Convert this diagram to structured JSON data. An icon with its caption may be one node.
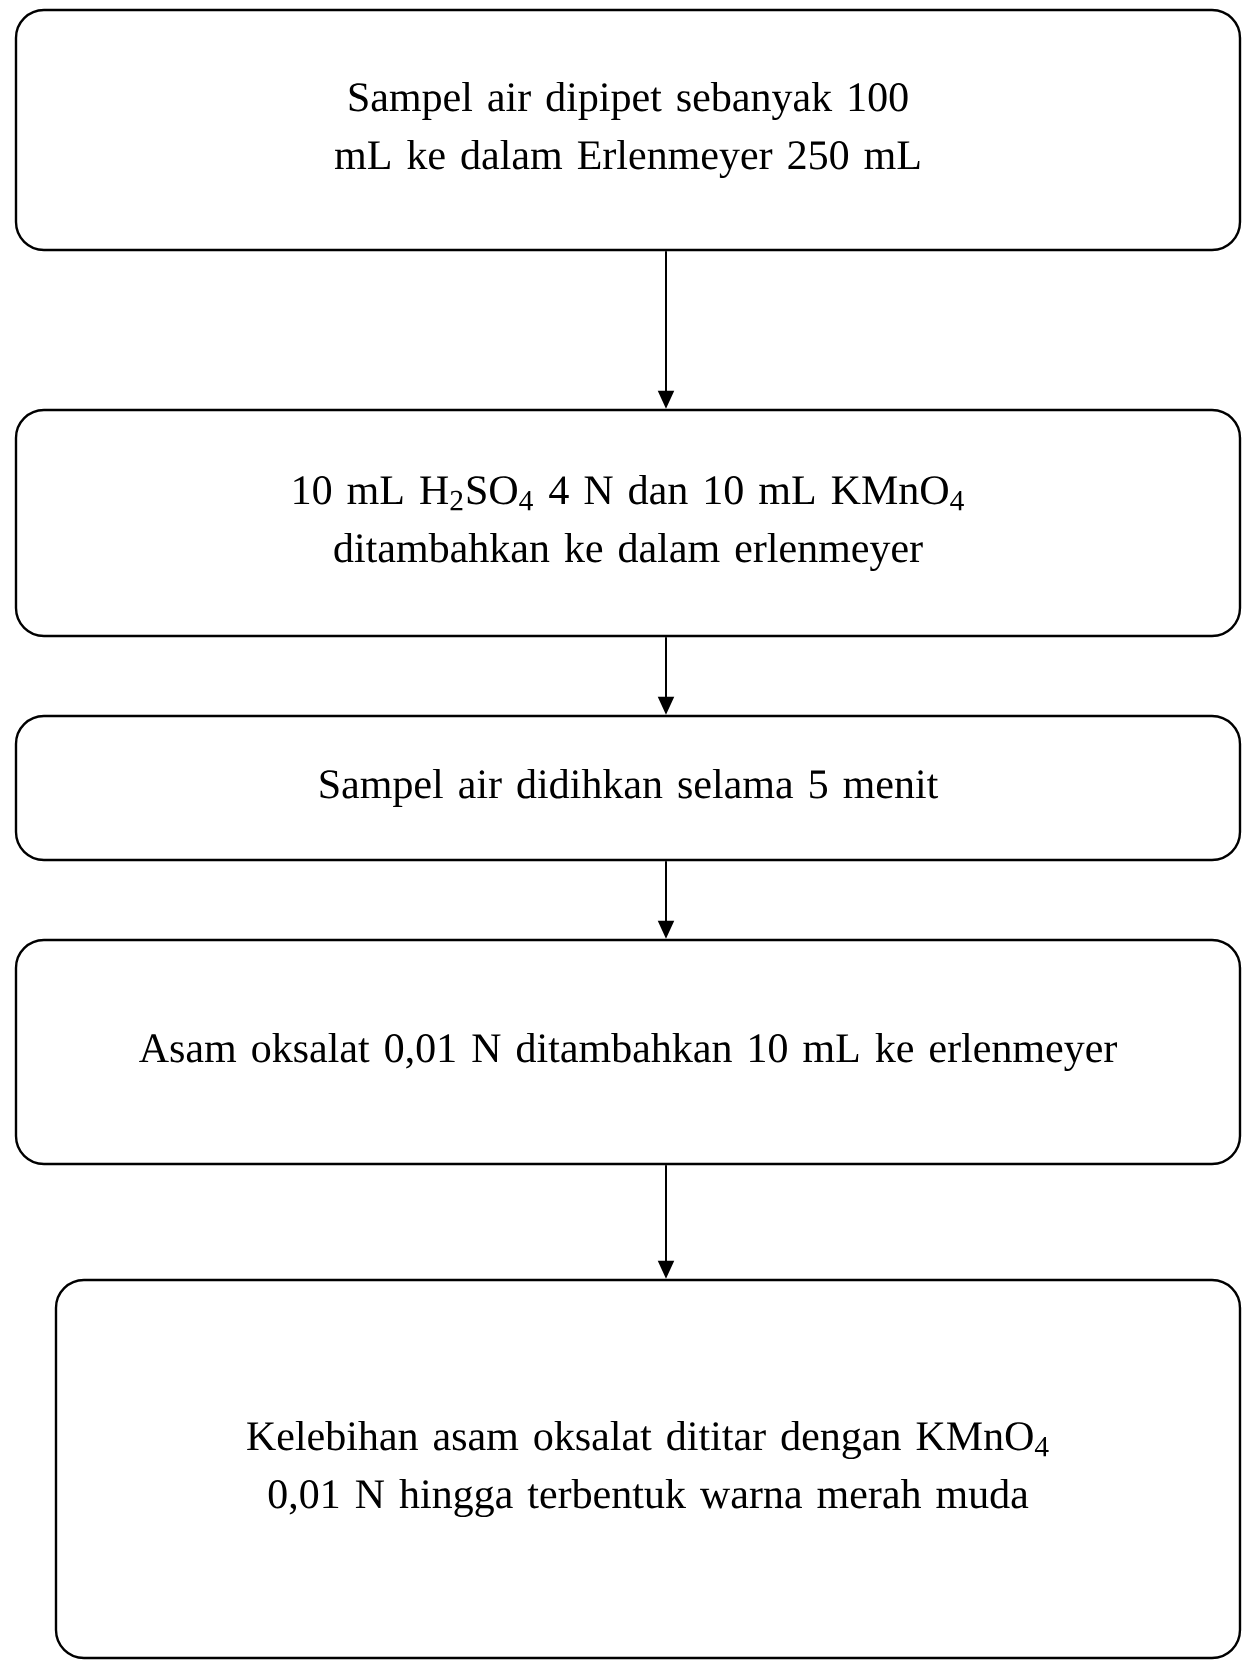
{
  "diagram": {
    "nodes": [
      {
        "text": [
          "Sampel air dipipet sebanyak 100 mL ke dalam Erlenmeyer 250 mL"
        ]
      },
      {
        "text": [
          "10 mL H$_{2}$SO$_{4}$ 4 N dan 10 mL KMnO$_{4}$ ditambahkan ke dalam erlenmeyer"
        ]
      },
      {
        "text": [
          "Sampel air didihkan selama 5 menit"
        ]
      },
      {
        "text": [
          "Asam oksalat 0,01 N ditambahkan 10 mL ke erlenmeyer"
        ]
      },
      {
        "text": [
          "Kelebihan asam oksalat dititar dengan KMnO$_{4}$ 0,01 N hingga terbentuk warna merah muda"
        ]
      }
    ],
    "edges": [
      {
        "from": 0,
        "to": 1,
        "arrow": "to"
      },
      {
        "from": 1,
        "to": 2,
        "arrow": "to"
      },
      {
        "from": 2,
        "to": 3,
        "arrow": "to"
      },
      {
        "from": 3,
        "to": 4,
        "arrow": "to"
      }
    ]
  }
}
